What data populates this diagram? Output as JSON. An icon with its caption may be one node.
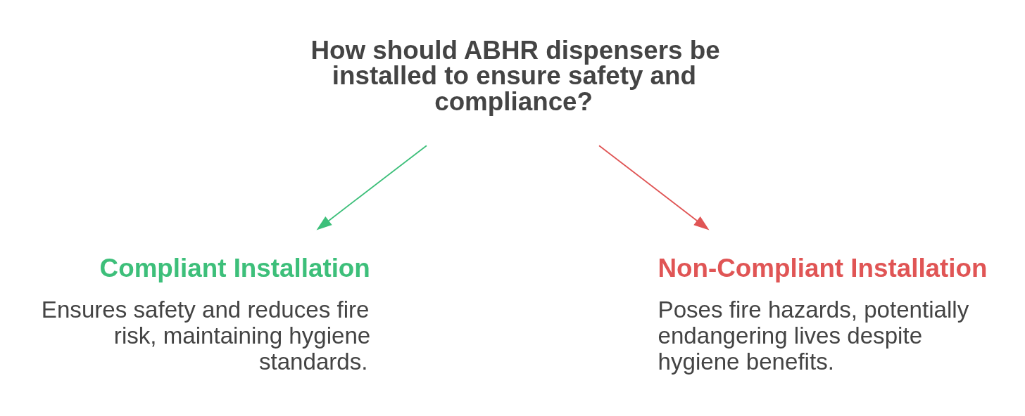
{
  "diagram": {
    "nodes": [
      {
        "text": [
          "How should ABHR dispensers be installed to ensure safety and compliance?"
        ]
      },
      {
        "text": [
          "Compliant Installation",
          "Ensures safety and reduces fire risk, maintaining hygiene standards."
        ]
      },
      {
        "text": [
          "Non-Compliant Installation",
          "Poses fire hazards, potentially endangering lives despite hygiene benefits."
        ]
      }
    ],
    "edges": [
      {
        "from": 0,
        "to": 1,
        "arrow": "to",
        "color": "#3dbf7a"
      },
      {
        "from": 0,
        "to": 2,
        "arrow": "to",
        "color": "#e05555"
      }
    ]
  }
}
